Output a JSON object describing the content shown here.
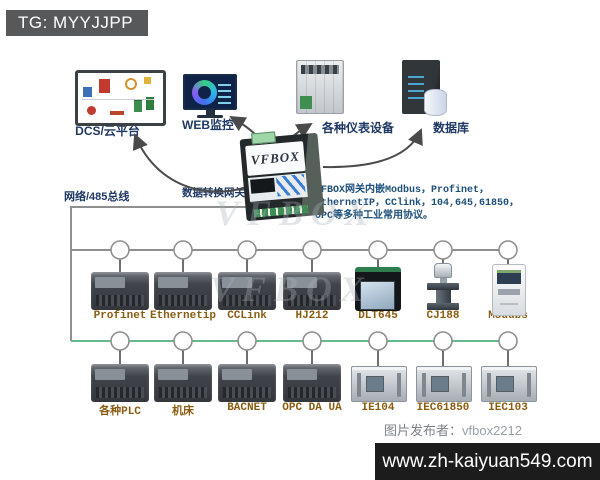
{
  "badge": {
    "text": "TG: MYYJJPP"
  },
  "top_row": {
    "dcs": {
      "label": "DCS/云平台"
    },
    "web": {
      "label": "WEB监控"
    },
    "instrument": {
      "label": "各种仪表设备"
    },
    "database": {
      "label": "数据库"
    }
  },
  "gateway": {
    "name": "VFBOX",
    "caption": "数据转换网关",
    "description_line1": "VFBOX网关内嵌Modbus，Profinet，",
    "description_line2": "EthernetIP，CClink，104,645,61850，",
    "description_line3": "OPC等多种工业常用协议。"
  },
  "bus": {
    "label": "网络/485总线"
  },
  "row1": {
    "devices": [
      {
        "label": "Profinet"
      },
      {
        "label": "Ethernetip"
      },
      {
        "label": "CCLink"
      },
      {
        "label": "HJ212"
      },
      {
        "label": "DLT645"
      },
      {
        "label": "CJ188"
      },
      {
        "label": "Modubs"
      }
    ]
  },
  "row2": {
    "devices": [
      {
        "label": "各种PLC"
      },
      {
        "label": "机床"
      },
      {
        "label": "BACNET"
      },
      {
        "label": "OPC DA UA"
      },
      {
        "label": "IE104"
      },
      {
        "label": "IEC61850"
      },
      {
        "label": "IEC103"
      }
    ]
  },
  "watermark": {
    "text": "VFBOX"
  },
  "footer": {
    "publisher_label": "图片发布者：",
    "publisher_name": "vfbox2212",
    "site": "www.zh-kaiyuan549.com"
  },
  "colors": {
    "label_navy": "#1f3864",
    "label_brown": "#8a5c12",
    "bus_gray": "#8f8f8f",
    "bus_green": "#66b98e",
    "arrow_gray": "#4a4a4a",
    "badge_bg": "#57585a",
    "footer_bar_bg": "#1c1c1c"
  }
}
